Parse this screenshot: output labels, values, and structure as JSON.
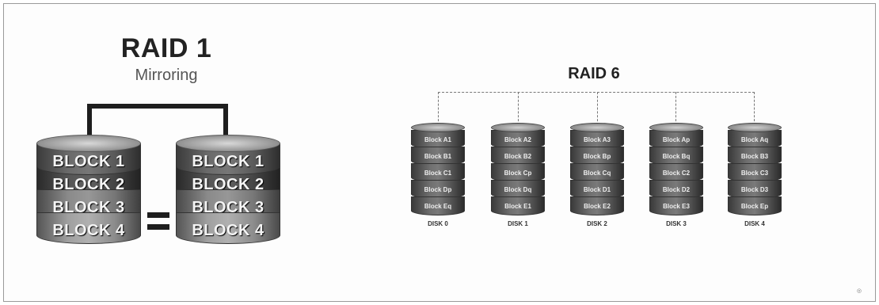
{
  "raid1": {
    "title": "RAID 1",
    "subtitle": "Mirroring",
    "disks": [
      {
        "blocks": [
          "BLOCK 1",
          "BLOCK 2",
          "BLOCK 3",
          "BLOCK 4"
        ]
      },
      {
        "blocks": [
          "BLOCK 1",
          "BLOCK 2",
          "BLOCK 3",
          "BLOCK 4"
        ]
      }
    ]
  },
  "raid6": {
    "title": "RAID 6",
    "disks": [
      {
        "label": "DISK 0",
        "blocks": [
          "Block A1",
          "Block B1",
          "Block C1",
          "Block Dp",
          "Block Eq"
        ]
      },
      {
        "label": "DISK 1",
        "blocks": [
          "Block A2",
          "Block B2",
          "Block Cp",
          "Block Dq",
          "Block E1"
        ]
      },
      {
        "label": "DISK 2",
        "blocks": [
          "Block A3",
          "Block Bp",
          "Block Cq",
          "Block D1",
          "Block E2"
        ]
      },
      {
        "label": "DISK 3",
        "blocks": [
          "Block Ap",
          "Block Bq",
          "Block C2",
          "Block D2",
          "Block E3"
        ]
      },
      {
        "label": "DISK 4",
        "blocks": [
          "Block Aq",
          "Block B3",
          "Block C3",
          "Block D3",
          "Block Ep"
        ]
      }
    ]
  }
}
